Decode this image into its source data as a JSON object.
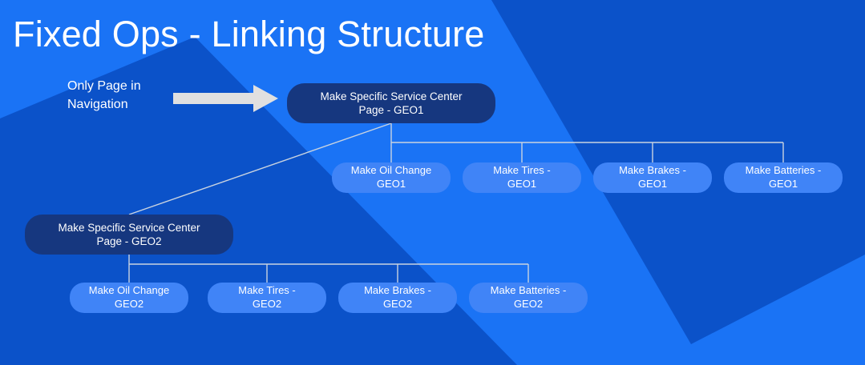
{
  "slide": {
    "title": "Fixed Ops - Linking Structure",
    "background_color": "#1a73f5",
    "background_accent_color": "#0b52c9",
    "parent_node_color": "#16377f",
    "child_node_color": "#4084f7",
    "connector_color": "#c9d3e0",
    "arrow_color": "#e0e0e0",
    "text_color": "#ffffff"
  },
  "annotation": {
    "line1": "Only Page in",
    "line2": "Navigation",
    "arrow_label": "points-to-geo1-parent"
  },
  "tree": {
    "geo1": {
      "parent": {
        "line1": "Make Specific Service Center",
        "line2": "Page - GEO1"
      },
      "children": [
        {
          "line1": "Make Oil Change",
          "line2": "GEO1"
        },
        {
          "line1": "Make Tires -",
          "line2": "GEO1"
        },
        {
          "line1": "Make Brakes -",
          "line2": "GEO1"
        },
        {
          "line1": "Make Batteries -",
          "line2": "GEO1"
        }
      ]
    },
    "geo2": {
      "parent": {
        "line1": "Make Specific Service Center",
        "line2": "Page - GEO2"
      },
      "children": [
        {
          "line1": "Make Oil Change",
          "line2": "GEO2"
        },
        {
          "line1": "Make Tires -",
          "line2": "GEO2"
        },
        {
          "line1": "Make Brakes -",
          "line2": "GEO2"
        },
        {
          "line1": "Make Batteries -",
          "line2": "GEO2"
        }
      ]
    }
  }
}
